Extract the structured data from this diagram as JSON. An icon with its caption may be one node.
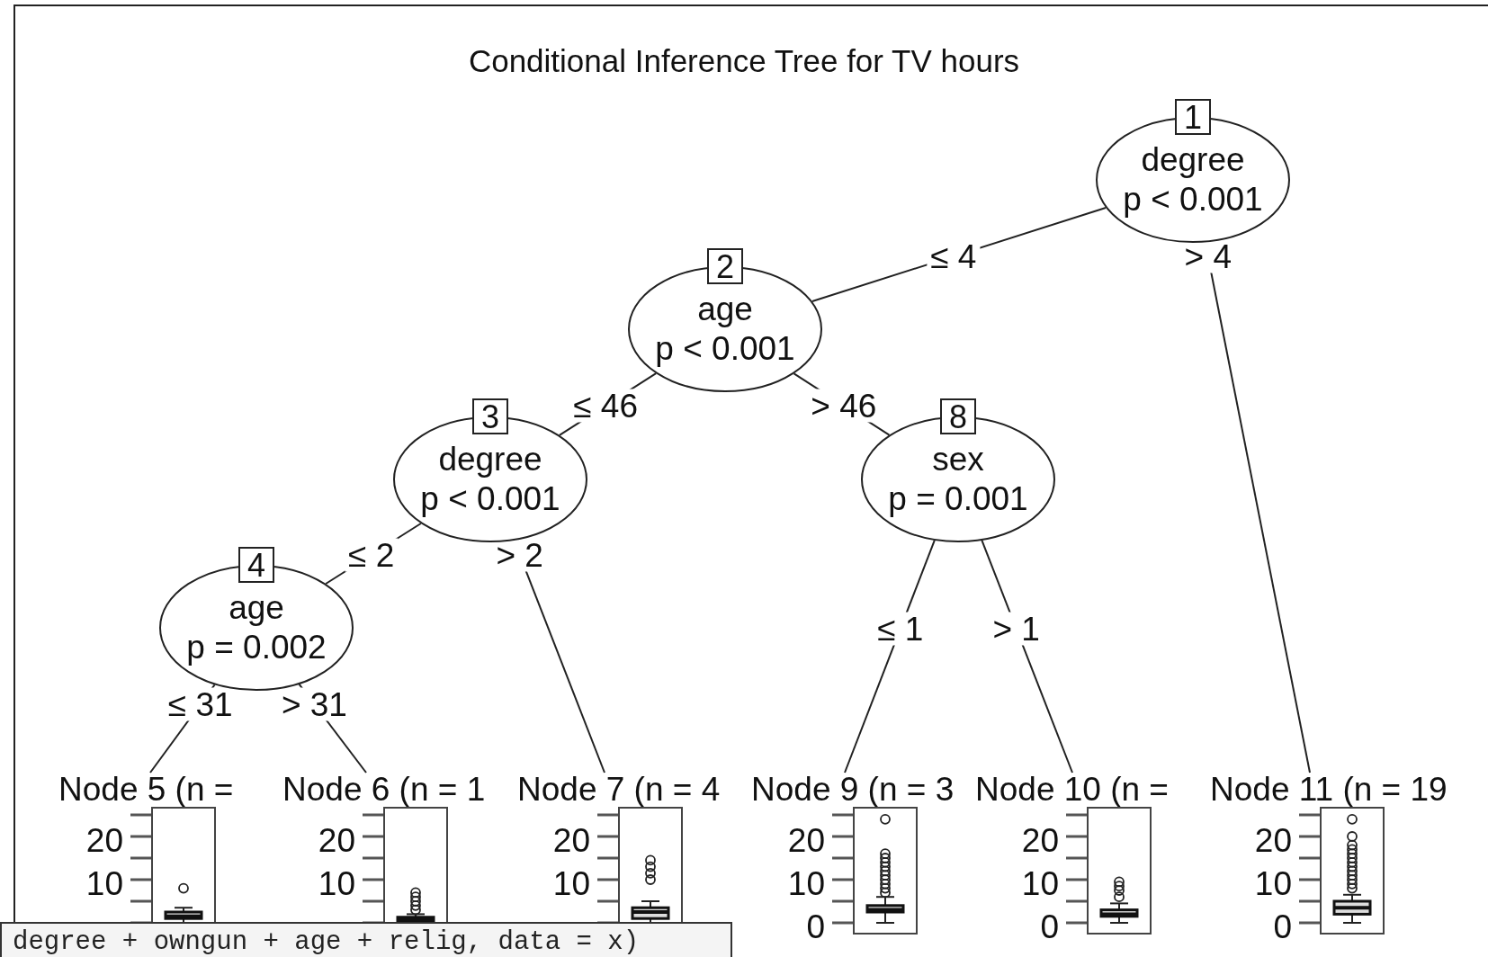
{
  "diagram": {
    "title": "Conditional Inference Tree for TV hours",
    "nodes": [
      {
        "text": [
          "1",
          "degree",
          "p < 0.001"
        ]
      },
      {
        "text": [
          "2",
          "age",
          "p < 0.001"
        ]
      },
      {
        "text": [
          "3",
          "degree",
          "p < 0.001"
        ]
      },
      {
        "text": [
          "8",
          "sex",
          "p = 0.001"
        ]
      },
      {
        "text": [
          "4",
          "age",
          "p = 0.002"
        ]
      },
      {
        "text": [
          "Node 5 (n ="
        ]
      },
      {
        "text": [
          "Node 6 (n = 1"
        ]
      },
      {
        "text": [
          "Node 7 (n = 4"
        ]
      },
      {
        "text": [
          "Node 9 (n = 3"
        ]
      },
      {
        "text": [
          "Node 10 (n ="
        ]
      },
      {
        "text": [
          "Node 11 (n = 19"
        ]
      }
    ],
    "edges": [
      {
        "from": 0,
        "to": 1,
        "arrow": "none",
        "label": "≤ 4"
      },
      {
        "from": 0,
        "to": 10,
        "arrow": "none",
        "label": "> 4"
      },
      {
        "from": 1,
        "to": 2,
        "arrow": "none",
        "label": "≤ 46"
      },
      {
        "from": 1,
        "to": 3,
        "arrow": "none",
        "label": "> 46"
      },
      {
        "from": 2,
        "to": 4,
        "arrow": "none",
        "label": "≤ 2"
      },
      {
        "from": 2,
        "to": 7,
        "arrow": "none",
        "label": "> 2"
      },
      {
        "from": 4,
        "to": 5,
        "arrow": "none",
        "label": "≤ 31"
      },
      {
        "from": 4,
        "to": 6,
        "arrow": "none",
        "label": "> 31"
      },
      {
        "from": 3,
        "to": 8,
        "arrow": "none",
        "label": "≤ 1"
      },
      {
        "from": 3,
        "to": 9,
        "arrow": "none",
        "label": "> 1"
      }
    ],
    "labels": [
      "20",
      "20",
      "20",
      "20",
      "20",
      "20",
      "10",
      "10",
      "10",
      "10",
      "10",
      "10",
      "0",
      "0",
      "0",
      "degree + owngun + age + relig, data = x)"
    ]
  }
}
